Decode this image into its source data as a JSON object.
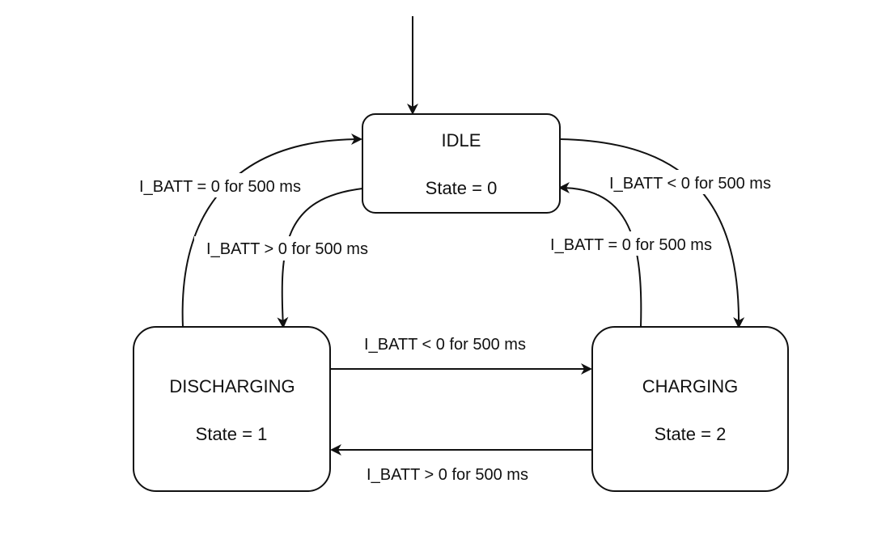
{
  "states": {
    "idle": {
      "name": "IDLE",
      "value": "State = 0"
    },
    "discharging": {
      "name": "DISCHARGING",
      "value": "State = 1"
    },
    "charging": {
      "name": "CHARGING",
      "value": "State = 2"
    }
  },
  "transitions": {
    "discharging_to_idle": "I_BATT = 0 for 500 ms",
    "idle_to_discharging": "I_BATT > 0 for 500 ms",
    "idle_to_charging": "I_BATT < 0 for 500 ms",
    "charging_to_idle": "I_BATT = 0 for 500 ms",
    "discharging_to_charging": "I_BATT < 0 for 500 ms",
    "charging_to_discharging": "I_BATT > 0 for 500 ms"
  }
}
